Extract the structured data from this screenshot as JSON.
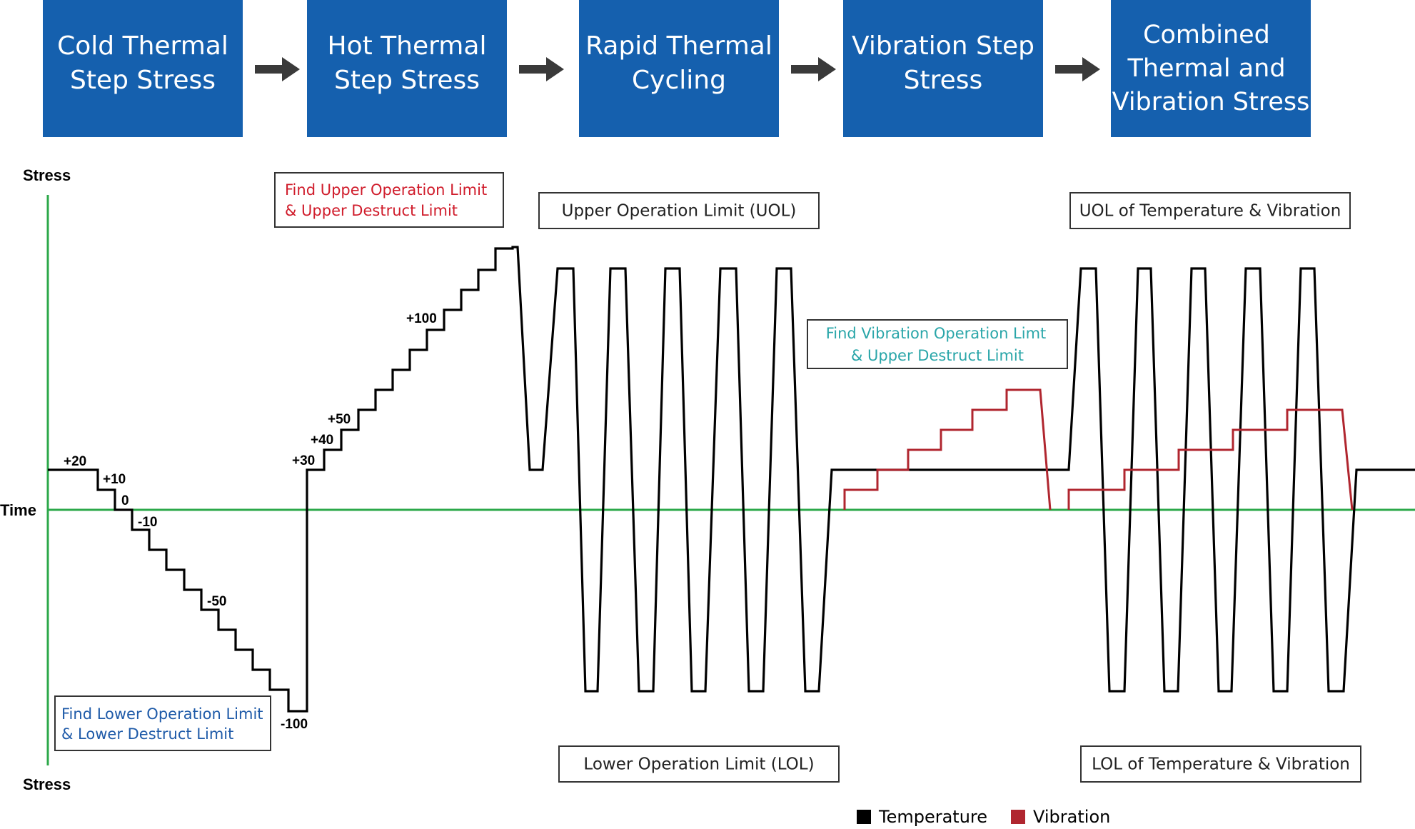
{
  "stages": [
    {
      "lines": [
        "Cold Thermal",
        "Step Stress"
      ]
    },
    {
      "lines": [
        "Hot Thermal",
        "Step Stress"
      ]
    },
    {
      "lines": [
        "Rapid Thermal",
        "Cycling"
      ]
    },
    {
      "lines": [
        "Vibration Step",
        "Stress"
      ]
    },
    {
      "lines": [
        "Combined",
        "Thermal and",
        "Vibration Stress"
      ]
    }
  ],
  "axis": {
    "stress_top": "Stress",
    "stress_bottom": "Stress",
    "time": "Time"
  },
  "callouts": {
    "upper_find": {
      "lines": [
        "Find Upper Operation Limit",
        "& Upper Destruct Limit"
      ]
    },
    "lower_find": {
      "lines": [
        "Find Lower Operation Limit",
        "& Lower Destruct Limit"
      ]
    },
    "vib_find": {
      "lines": [
        "Find Vibration Operation Limt",
        "& Upper Destruct Limit"
      ]
    },
    "uol": "Upper Operation Limit (UOL)",
    "lol": "Lower Operation Limit (LOL)",
    "uol_tv": "UOL of Temperature & Vibration",
    "lol_tv": "LOL of Temperature & Vibration"
  },
  "step_labels": {
    "p20": "+20",
    "p10": "+10",
    "zero": "0",
    "m10": "-10",
    "m50": "-50",
    "m100": "-100",
    "p30": "+30",
    "p40": "+40",
    "p50": "+50",
    "p100": "+100"
  },
  "legend": {
    "temperature": "Temperature",
    "vibration": "Vibration"
  },
  "colors": {
    "stage_box": "#1560AE",
    "stage_text": "#ffffff",
    "arrow": "#3a3a3a",
    "axis": "#2ca84a",
    "temperature": "#000000",
    "vibration": "#b0262f",
    "upper_callout": "#d01c2b",
    "lower_callout": "#1e5aa8",
    "vib_callout": "#2aa6a9",
    "box_border": "#333333",
    "dark_text": "#222222"
  }
}
